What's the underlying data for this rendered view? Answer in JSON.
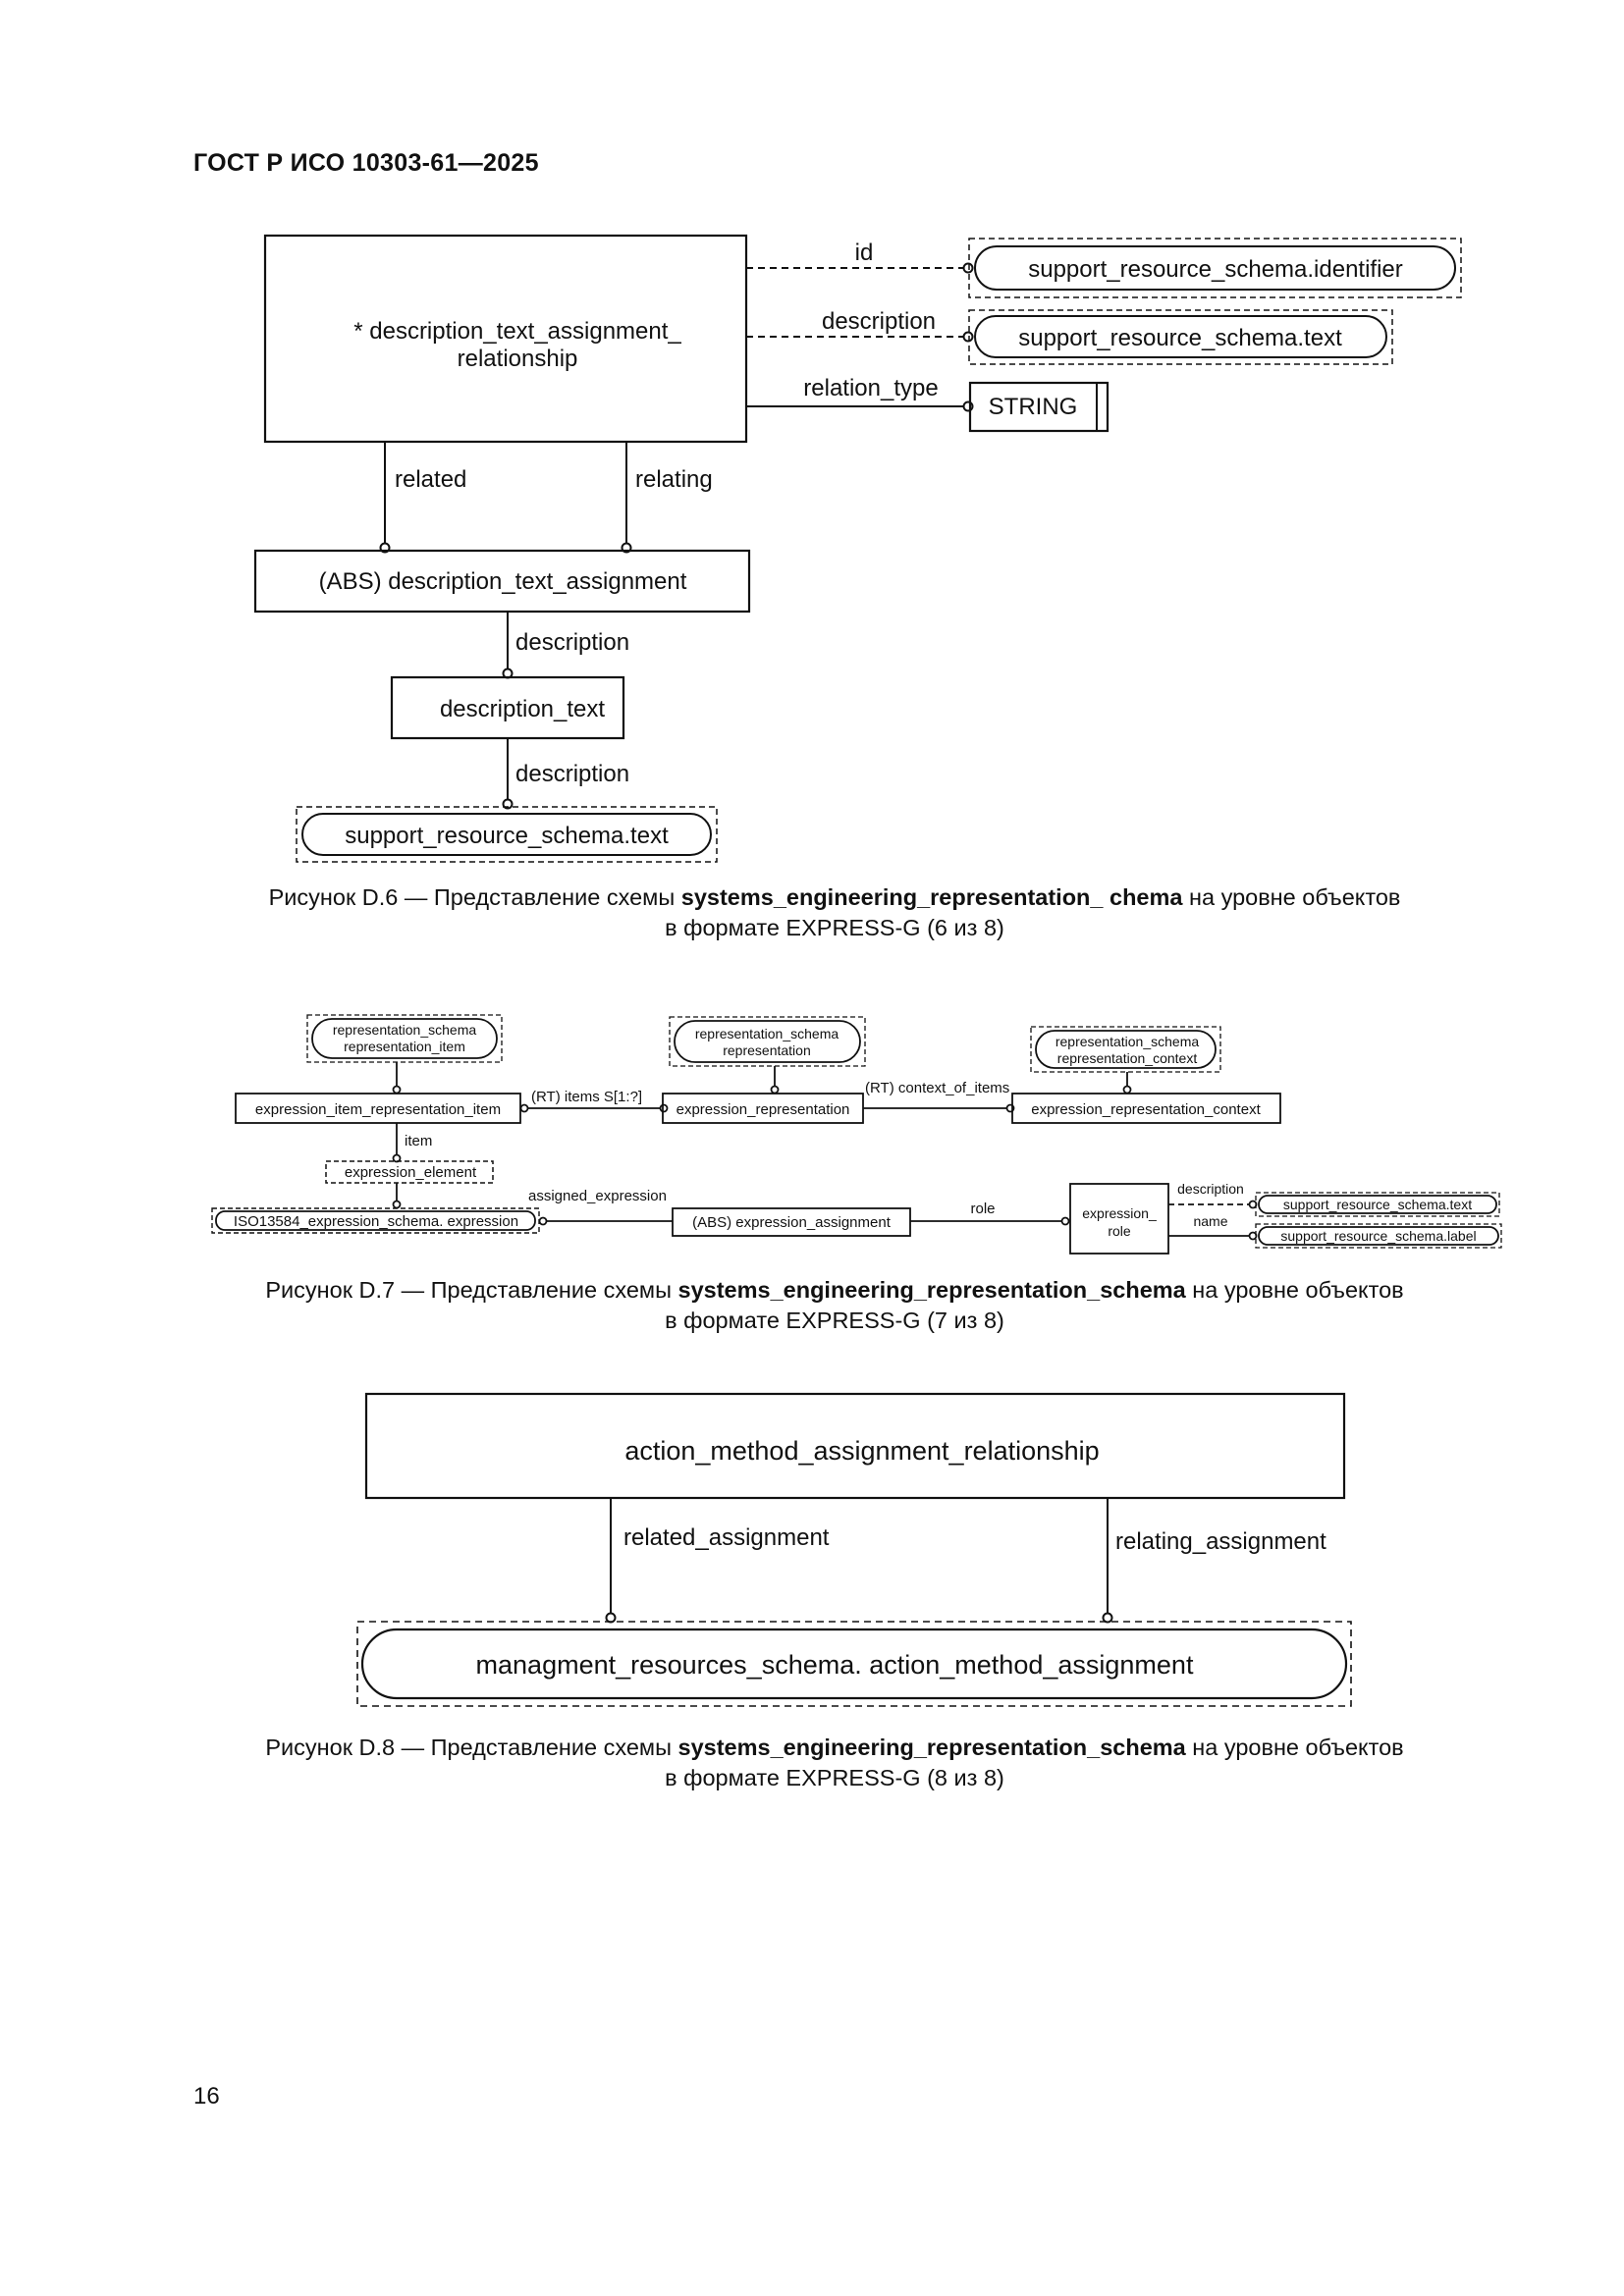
{
  "header": "ГОСТ Р ИСО 10303-61—2025",
  "page_number": "16",
  "figure6": {
    "main_entity_line1": "* description_text_assignment_",
    "main_entity_line2": "relationship",
    "attr_id": "id",
    "attr_description": "description",
    "attr_relation_type": "relation_type",
    "ref_identifier": "support_resource_schema.identifier",
    "ref_text": "support_resource_schema.text",
    "type_string": "STRING",
    "attr_related": "related",
    "attr_relating": "relating",
    "abs_entity": "(ABS) description_text_assignment",
    "attr_description_2": "description",
    "entity_description_text": "description_text",
    "attr_description_3": "description",
    "ref_text_bottom": "support_resource_schema.text",
    "caption_prefix": "Рисунок D.6 — Представление схемы",
    "caption_schema": "systems_engineering_representation_ chema",
    "caption_suffix": "на уровне объектов",
    "caption_line2": "в  формате EXPRESS-G (6 из 8)"
  },
  "figure7": {
    "ref_rep_item_line1": "representation_schema",
    "ref_rep_item_line2": "representation_item",
    "ref_rep_line1": "representation_schema",
    "ref_rep_line2": "representation",
    "ref_rep_ctx_line1": "representation_schema",
    "ref_rep_ctx_line2": "representation_context",
    "entity_expr_item": "expression_item_representation_item",
    "attr_items": "(RT) items S[1:?]",
    "entity_expr_rep": "expression_representation",
    "attr_context": "(RT) context_of_items",
    "entity_expr_ctx": "expression_representation_context",
    "attr_item": "item",
    "ref_expr_element": "expression_element",
    "attr_assigned_expr": "assigned_expression",
    "ref_iso_expr": "ISO13584_expression_schema. expression",
    "entity_abs_expr_assign": "(ABS) expression_assignment",
    "attr_role": "role",
    "entity_expr_role_line1": "expression_",
    "entity_expr_role_line2": "role",
    "attr_description": "description",
    "attr_name": "name",
    "ref_support_text": "support_resource_schema.text",
    "ref_support_label": "support_resource_schema.label",
    "caption_prefix": "Рисунок D.7 — Представление схемы",
    "caption_schema": "systems_engineering_representation_schema",
    "caption_suffix": "на уровне объектов",
    "caption_line2": "в  формате EXPRESS-G (7 из 8)"
  },
  "figure8": {
    "entity_relationship": "action_method_assignment_relationship",
    "attr_related": "related_assignment",
    "attr_relating": "relating_assignment",
    "ref_action_method": "managment_resources_schema. action_method_assignment",
    "caption_prefix": "Рисунок D.8 — Представление схемы",
    "caption_schema": "systems_engineering_representation_schema",
    "caption_suffix": "на уровне объектов",
    "caption_line2": "в  формате EXPRESS-G (8 из 8)"
  }
}
